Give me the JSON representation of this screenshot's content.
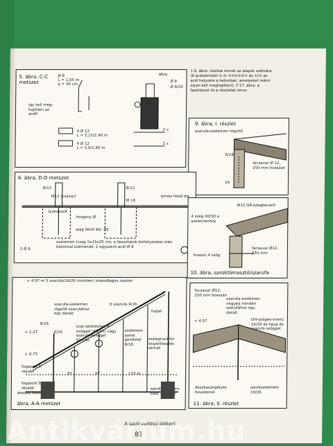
{
  "fig5": {
    "title": "5. ábra, C-C metszet",
    "label_a": "így kell meg-hajlítani az acélt",
    "spec1": "4 Ø 12",
    "spec1b": "L = 2,15/2,40 m",
    "spec2": "4 Ø 12",
    "spec2b": "L = 1,0/1,60 m",
    "spec3": "Ø 8",
    "spec3b": "L = 1,05 m",
    "spec3c": "a = 30 cm",
    "top_label": "ábra",
    "s1": "Ø 8",
    "s2": "Ø 8/20",
    "s3": "2 x",
    "s4": "2 x"
  },
  "notes": {
    "text": "1-8. ábra: statikai tervek az alapok számára (8 acélelemből ①-⑧ ②③④⑤⑥⑦ és ①/② az acél helyzete a betonban, amelyeket mérni olyan kell meghajlítani), 7-17. ábra: a fazerkezet és a részletek terve"
  },
  "fig9": {
    "title": "9. ábra, I. részlet",
    "l1": "szarufa-szelemen rögzítő",
    "l2": "facsavar Ø 12, 250 mm hosszan",
    "l3": "6/18",
    "l4": "16"
  },
  "fig6": {
    "title": "6. ábra, D-D metszet",
    "l1": "M12 (csavar)",
    "l2": "lemez felső éle",
    "l3": "lyukacsolt",
    "l4": "horgony Ø",
    "l5": "alap felső éle -95",
    "l6": "szelemen (csap 5x15x25 cm; a faoszlopok behelyezése után betonnal kiöntendő, 2 egyszerű acél Ø 8",
    "l7": "2 Ø 8",
    "l8": "8/12",
    "l9": "M 18",
    "l10": "8/12"
  },
  "fig10": {
    "title": "10. ábra, saroktámasztó/szarufa",
    "l1": "M12 GR-szegbeverő",
    "l2": "4 szeg 40/50 a szelemenhez",
    "l3": "facsavar Ø12, 250 mm",
    "l4": "hosszú 4 szög"
  },
  "fig8": {
    "title": "ábra, A-A metszet",
    "t1": "+ 4,97 m 5 szarufa/16/26 (minden) másodlagos raszter",
    "t2": "szarufa-szelemen rögzítő szarufához egy darab",
    "t3": "6 szarufa 8/26",
    "t4": "hajlat",
    "t5": "lyuk lekötéshez 4 szöggel (60/16) vagy szarufa-szeggel 50/140",
    "t6": "szelemen sarok gondolat 8/18",
    "t7": "szalagcsuklós összeillesztés sarkak",
    "t8": "sarokszelemen- kötő - rögzítő",
    "t9": "fogazott C részlet",
    "t10": "fogazott D részlet",
    "t11": "+ 1,27",
    "t12": "+ 0,75",
    "t13": "8/16",
    "t14": "6/16",
    "t15": "deszka fedett fal",
    "t16": "87",
    "t17": "97",
    "t18": "110 m"
  },
  "fig11": {
    "title": "11. ábra, II. részlet",
    "l1": "facsavar Ø12, 250 mm hosszan",
    "l2": "szarufa-szelemen negyed minden szarufához egy darab",
    "l3": "GH-szöges-menü 16/26 és tipus és szarufa szöggel",
    "l4": "deszkaszegélyes hevederek",
    "l5": "sarokszelemen 10/26",
    "l6": "+ 4,97"
  },
  "footer": "A saját építésű télikert",
  "page_number": "83",
  "watermark": "Antikvárium.hu"
}
